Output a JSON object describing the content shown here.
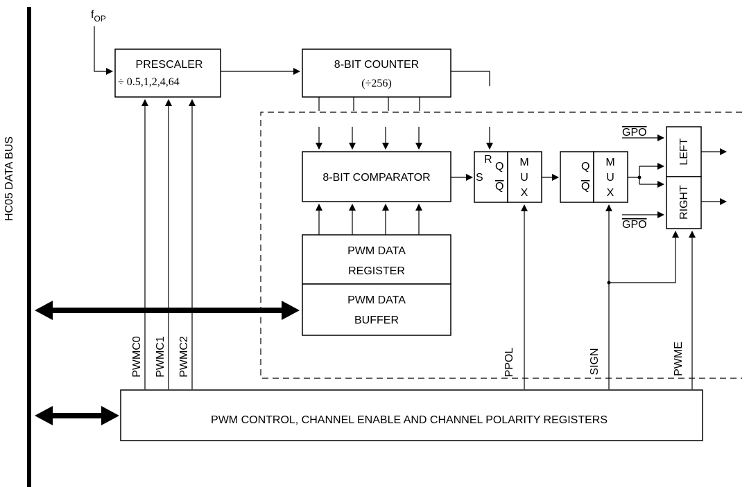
{
  "diagram": {
    "bus_label": "HC05 DATA BUS",
    "fop_main": "f",
    "fop_sub": "OP",
    "prescaler": {
      "title": "PRESCALER",
      "ratios": "÷ 0.5,1,2,4,64"
    },
    "counter": {
      "title": "8-BIT COUNTER",
      "divide": "(÷256)"
    },
    "comparator": "8-BIT COMPARATOR",
    "pwm_data_register": {
      "line1": "PWM DATA",
      "line2": "REGISTER"
    },
    "pwm_data_buffer": {
      "line1": "PWM DATA",
      "line2": "BUFFER"
    },
    "latch": {
      "s": "S",
      "r": "R",
      "q": "Q",
      "qbar": "Q"
    },
    "mux1": {
      "m": "M",
      "u": "U",
      "x": "X"
    },
    "polarity_latch": {
      "q": "Q",
      "qbar": "Q"
    },
    "mux2": {
      "m": "M",
      "u": "U",
      "x": "X"
    },
    "outputs": {
      "left": "LEFT",
      "right": "RIGHT",
      "gpo_top": "GPO",
      "gpo_bottom": "GPO"
    },
    "signals": {
      "pwmc0": "PWMC0",
      "pwmc1": "PWMC1",
      "pwmc2": "PWMC2",
      "ppol": "PPOL",
      "sign": "SIGN",
      "pwme": "PWME"
    },
    "control_block": "PWM CONTROL, CHANNEL ENABLE AND CHANNEL POLARITY REGISTERS"
  }
}
